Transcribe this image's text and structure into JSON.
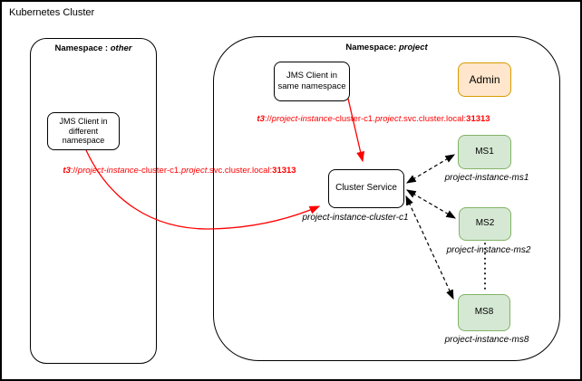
{
  "colors": {
    "red": "#ff0000",
    "green_fill": "#d5e8d4",
    "green_stroke": "#82b366",
    "orange_fill": "#ffe6cc",
    "orange_stroke": "#d79b00",
    "line": "#000000",
    "background": "#ffffff"
  },
  "title": "Kubernetes Cluster",
  "namespaces": {
    "other": {
      "prefix": "Namespace :",
      "name": "other"
    },
    "project": {
      "prefix": "Namespace:",
      "name": "project"
    }
  },
  "nodes": {
    "jms_diff": {
      "lines": [
        "JMS Client in",
        "different",
        "namespace"
      ]
    },
    "jms_same": {
      "lines": [
        "JMS Client in",
        "same namespace"
      ]
    },
    "admin": {
      "label": "Admin"
    },
    "cluster_service": {
      "label": "Cluster Service",
      "sublabel": "project-instance-cluster-c1"
    },
    "ms1": {
      "label": "MS1",
      "sublabel": "project-instance-ms1"
    },
    "ms2": {
      "label": "MS2",
      "sublabel": "project-instance-ms2"
    },
    "ms8": {
      "label": "MS8",
      "sublabel": "project-instance-ms8"
    }
  },
  "url": {
    "scheme": "t3",
    "sep": "://",
    "host_italic1": "project-instance",
    "host_plain1": "-cluster-c1.",
    "host_italic2": "project",
    "host_plain2": ".svc.cluster.local:",
    "port": "31313"
  }
}
